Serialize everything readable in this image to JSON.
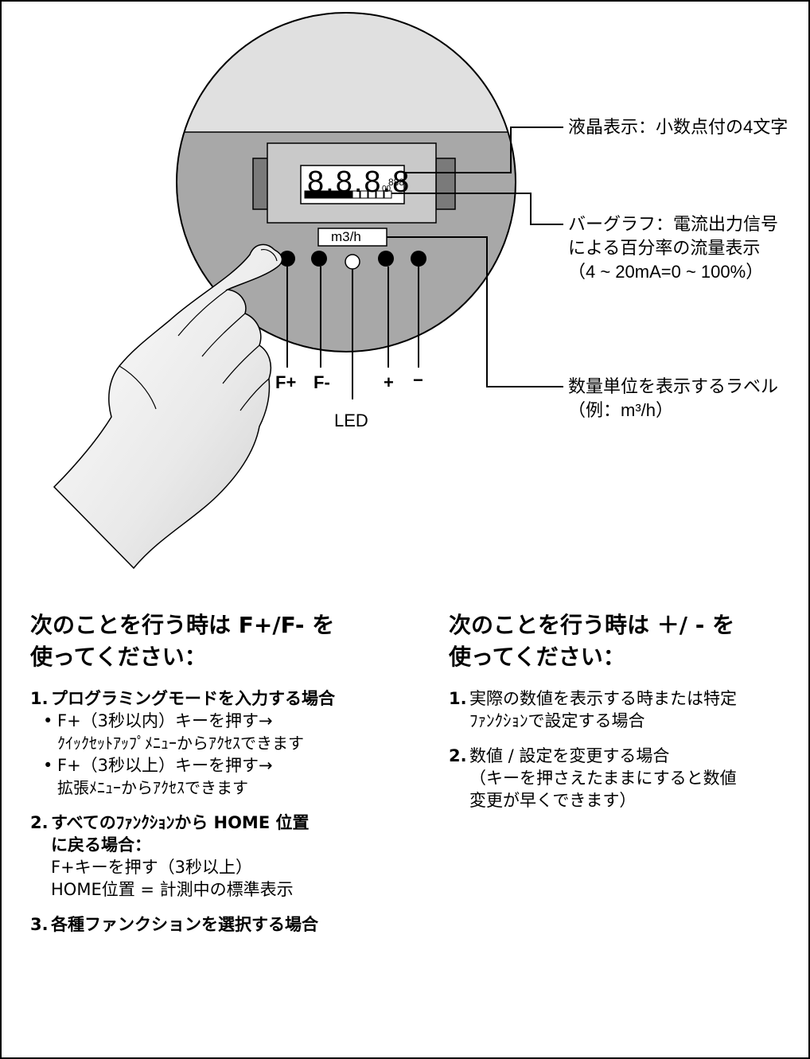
{
  "device": {
    "lcd_digits": "8.8.8.8",
    "lcd_small": "888",
    "lcd_small2": "00",
    "unit_label": "m3/h",
    "led_label": "LED",
    "buttons": [
      "F+",
      "F-",
      "+",
      "−"
    ],
    "bar_segments_total": 11,
    "bar_segments_filled": 6
  },
  "callouts": {
    "lcd": "液晶表示：小数点付の4文字",
    "bargraph": [
      "バーグラフ：電流出力信号",
      "による百分率の流量表示",
      "（4 ~ 20mA=0 ~ 100%）"
    ],
    "label": [
      "数量単位を表示するラベル",
      "（例：m³/h）"
    ]
  },
  "left_column": {
    "heading": [
      "次のことを行う時は F+/F- を",
      "使ってください："
    ],
    "items": [
      {
        "number": "1.",
        "title": "プログラミングモードを入力する場合",
        "bullets": [
          {
            "text": "F+（3秒以内）キーを押す→",
            "sub": "ｸｲｯｸｾｯﾄｱｯﾌﾟﾒﾆｭｰからｱｸｾｽできます"
          },
          {
            "text": "F+（3秒以上）キーを押す→",
            "sub": "拡張ﾒﾆｭｰからｱｸｾｽできます"
          }
        ]
      },
      {
        "number": "2.",
        "title": "すべてのﾌｧﾝｸｼｮﾝから HOME 位置",
        "title2": "に戻る場合：",
        "body": [
          "F+キーを押す（3秒以上）",
          "HOME位置 = 計測中の標準表示"
        ]
      },
      {
        "number": "3.",
        "title": "各種ファンクションを選択する場合"
      }
    ]
  },
  "right_column": {
    "heading": [
      "次のことを行う時は ＋/ - を",
      "使ってください："
    ],
    "items": [
      {
        "number": "1.",
        "lines": [
          "実際の数値を表示する時または特定",
          "ﾌｧﾝｸｼｮﾝで設定する場合"
        ]
      },
      {
        "number": "2.",
        "lines": [
          "数値 / 設定を変更する場合",
          "（キーを押さえたままにすると数値",
          "変更が早くできます）"
        ]
      }
    ]
  },
  "colors": {
    "dial_top": "#e0e0e0",
    "dial_body": "#a8a8a8",
    "panel": "#c9c9c9",
    "side_block": "#7a7a7a",
    "lcd": "#ffffff",
    "button": "#000000",
    "hand_fill": "#f4f4f4"
  }
}
